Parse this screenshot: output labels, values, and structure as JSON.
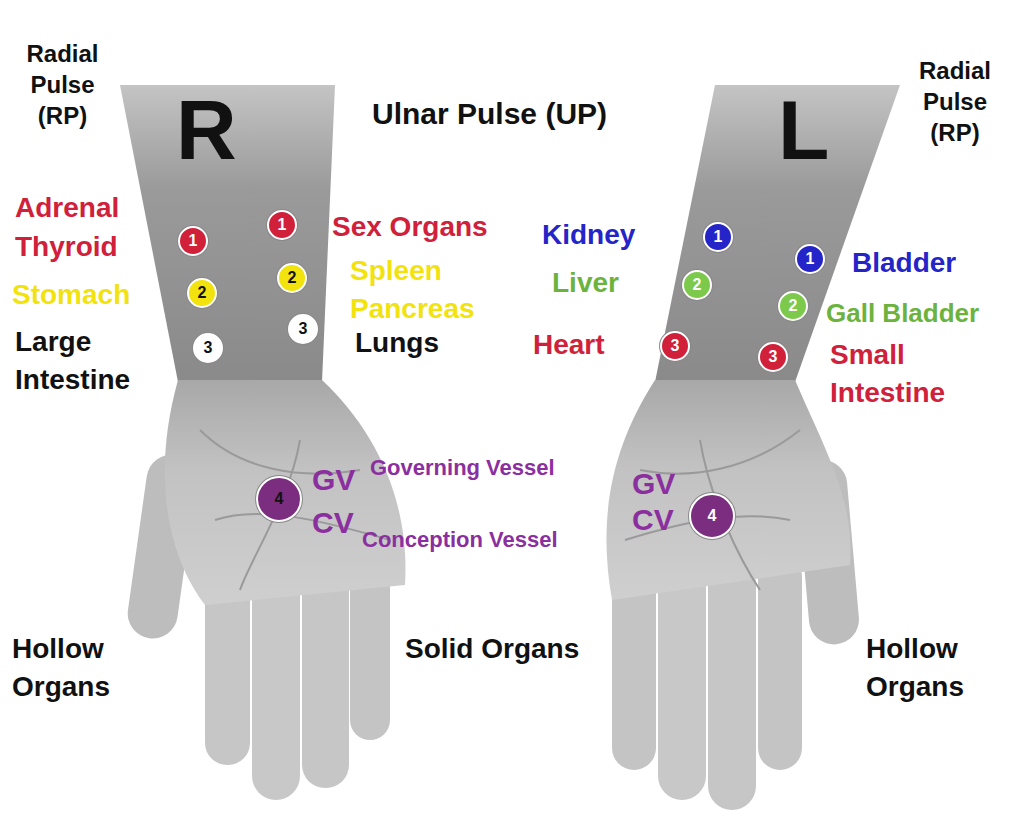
{
  "diagram": {
    "nodes": [
      {
        "text": [
          "1"
        ]
      },
      {
        "text": [
          "2"
        ]
      },
      {
        "text": [
          "3"
        ]
      },
      {
        "text": [
          "1"
        ]
      },
      {
        "text": [
          "2"
        ]
      },
      {
        "text": [
          "3"
        ]
      },
      {
        "text": [
          "4"
        ]
      },
      {
        "text": [
          "1"
        ]
      },
      {
        "text": [
          "2"
        ]
      },
      {
        "text": [
          "3"
        ]
      },
      {
        "text": [
          "1"
        ]
      },
      {
        "text": [
          "2"
        ]
      },
      {
        "text": [
          "3"
        ]
      },
      {
        "text": [
          "4"
        ]
      }
    ],
    "labels": [
      "Radial Pulse (RP)",
      "R",
      "Ulnar Pulse (UP)",
      "L",
      "Radial Pulse (RP)",
      "Adrenal Thyroid",
      "Sex Organs",
      "Kidney",
      "Bladder",
      "Stomach",
      "Spleen Pancreas",
      "Liver",
      "Gall Bladder",
      "Large Intestine",
      "Lungs",
      "Heart",
      "Small Intestine",
      "GV",
      "Governing Vessel",
      "GV",
      "CV",
      "Conception Vessel",
      "CV",
      "Hollow Organs",
      "Solid Organs",
      "Hollow Organs"
    ]
  }
}
